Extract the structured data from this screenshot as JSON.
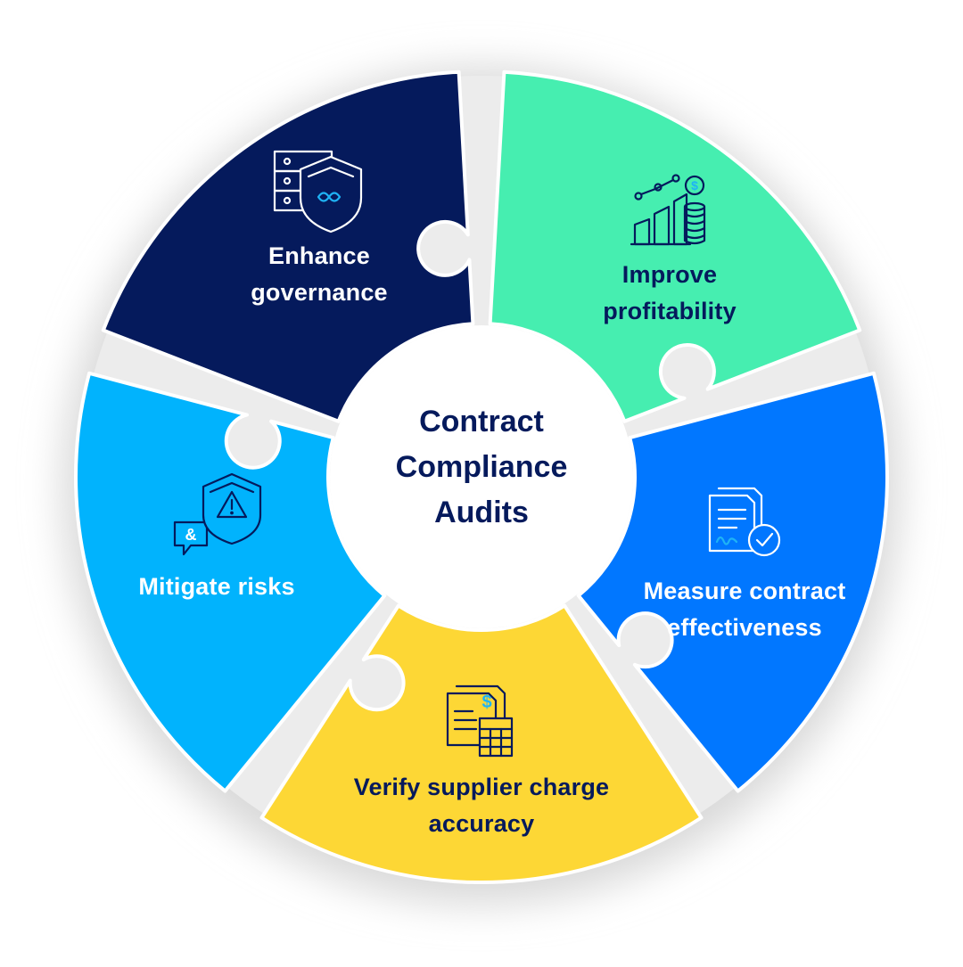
{
  "colors": {
    "navy": "#051a5c",
    "mint": "#46eeb0",
    "blue": "#0177ff",
    "yellow": "#fdd735",
    "sky": "#01b3fd",
    "center_text": "#051a5c",
    "icon_cyan": "#1fb3f5"
  },
  "center": {
    "lines": [
      "Contract",
      "Compliance",
      "Audits"
    ]
  },
  "segments": [
    {
      "id": "governance",
      "color": "navy",
      "text_color": "#ffffff",
      "icon": "server-shield-icon",
      "lines": [
        "Enhance",
        "governance"
      ]
    },
    {
      "id": "profitability",
      "color": "mint",
      "text_color": "#051a5c",
      "icon": "growth-chart-coins-icon",
      "lines": [
        "Improve",
        "profitability"
      ]
    },
    {
      "id": "effectiveness",
      "color": "blue",
      "text_color": "#ffffff",
      "icon": "signed-contract-check-icon",
      "lines": [
        "Measure contract",
        "effectiveness"
      ]
    },
    {
      "id": "charges",
      "color": "yellow",
      "text_color": "#051a5c",
      "icon": "invoice-calculator-icon",
      "lines": [
        "Verify supplier charge",
        "accuracy"
      ]
    },
    {
      "id": "risks",
      "color": "sky",
      "text_color": "#ffffff",
      "icon": "shield-warning-icon",
      "lines": [
        "Mitigate risks"
      ]
    }
  ]
}
